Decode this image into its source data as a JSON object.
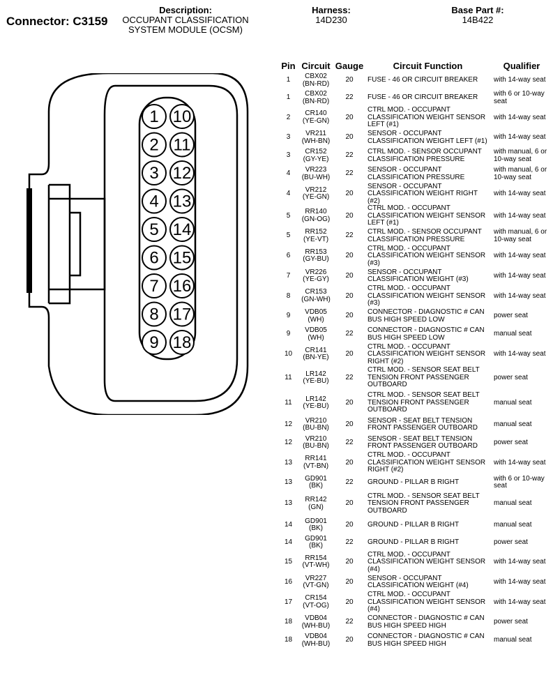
{
  "header": {
    "connector": "Connector: C3159",
    "description_label": "Description:",
    "description": "OCCUPANT CLASSIFICATION SYSTEM MODULE (OCSM)",
    "harness_label": "Harness:",
    "harness": "14D230",
    "base_part_label": "Base Part #:",
    "base_part": "14B422"
  },
  "columns": {
    "pin": "Pin",
    "circuit": "Circuit",
    "gauge": "Gauge",
    "function": "Circuit Function",
    "qualifier": "Qualifier"
  },
  "connector_pins": [
    "1",
    "2",
    "3",
    "4",
    "5",
    "6",
    "7",
    "8",
    "9",
    "10",
    "11",
    "12",
    "13",
    "14",
    "15",
    "16",
    "17",
    "18"
  ],
  "rows": [
    {
      "pin": "1",
      "circuit": "CBX02 (BN-RD)",
      "gauge": "20",
      "function": "FUSE - 46 OR CIRCUIT BREAKER",
      "qualifier": "with 14-way seat"
    },
    {
      "pin": "1",
      "circuit": "CBX02 (BN-RD)",
      "gauge": "22",
      "function": "FUSE - 46 OR CIRCUIT BREAKER",
      "qualifier": "with 6 or 10-way seat"
    },
    {
      "pin": "2",
      "circuit": "CR140 (YE-GN)",
      "gauge": "20",
      "function": "CTRL MOD. - OCCUPANT CLASSIFICATION WEIGHT SENSOR LEFT (#1)",
      "qualifier": "with 14-way seat"
    },
    {
      "pin": "3",
      "circuit": "VR211 (WH-BN)",
      "gauge": "20",
      "function": "SENSOR - OCCUPANT CLASSIFICATION WEIGHT LEFT (#1)",
      "qualifier": "with 14-way seat"
    },
    {
      "pin": "3",
      "circuit": "CR152 (GY-YE)",
      "gauge": "22",
      "function": "CTRL MOD. - SENSOR OCCUPANT CLASSIFICATION PRESSURE",
      "qualifier": "with manual, 6 or 10-way seat"
    },
    {
      "pin": "4",
      "circuit": "VR223 (BU-WH)",
      "gauge": "22",
      "function": "SENSOR - OCCUPANT CLASSIFICATION PRESSURE",
      "qualifier": "with manual, 6 or 10-way seat"
    },
    {
      "pin": "4",
      "circuit": "VR212 (YE-GN)",
      "gauge": "20",
      "function": "SENSOR - OCCUPANT CLASSIFICATION WEIGHT RIGHT (#2)",
      "qualifier": "with 14-way seat"
    },
    {
      "pin": "5",
      "circuit": "RR140 (GN-OG)",
      "gauge": "20",
      "function": "CTRL MOD. - OCCUPANT CLASSIFICATION WEIGHT SENSOR LEFT (#1)",
      "qualifier": "with 14-way seat"
    },
    {
      "pin": "5",
      "circuit": "RR152 (YE-VT)",
      "gauge": "22",
      "function": "CTRL MOD. - SENSOR OCCUPANT CLASSIFICATION PRESSURE",
      "qualifier": "with manual, 6 or 10-way seat"
    },
    {
      "pin": "6",
      "circuit": "RR153 (GY-BU)",
      "gauge": "20",
      "function": "CTRL MOD. - OCCUPANT CLASSIFICATION WEIGHT SENSOR (#3)",
      "qualifier": "with 14-way seat"
    },
    {
      "pin": "7",
      "circuit": "VR226 (YE-GY)",
      "gauge": "20",
      "function": "SENSOR - OCCUPANT CLASSIFICATION WEIGHT (#3)",
      "qualifier": "with 14-way seat"
    },
    {
      "pin": "8",
      "circuit": "CR153 (GN-WH)",
      "gauge": "20",
      "function": "CTRL MOD. - OCCUPANT CLASSIFICATION WEIGHT SENSOR (#3)",
      "qualifier": "with 14-way seat"
    },
    {
      "pin": "9",
      "circuit": "VDB05 (WH)",
      "gauge": "20",
      "function": "CONNECTOR - DIAGNOSTIC # CAN BUS HIGH SPEED LOW",
      "qualifier": "power seat"
    },
    {
      "pin": "9",
      "circuit": "VDB05 (WH)",
      "gauge": "22",
      "function": "CONNECTOR - DIAGNOSTIC # CAN BUS HIGH SPEED LOW",
      "qualifier": "manual seat"
    },
    {
      "pin": "10",
      "circuit": "CR141 (BN-YE)",
      "gauge": "20",
      "function": "CTRL MOD. - OCCUPANT CLASSIFICATION WEIGHT SENSOR RIGHT (#2)",
      "qualifier": "with 14-way seat"
    },
    {
      "pin": "11",
      "circuit": "LR142 (YE-BU)",
      "gauge": "22",
      "function": "CTRL MOD. - SENSOR SEAT BELT TENSION FRONT PASSENGER OUTBOARD",
      "qualifier": "power seat"
    },
    {
      "pin": "11",
      "circuit": "LR142 (YE-BU)",
      "gauge": "20",
      "function": "CTRL MOD. - SENSOR SEAT BELT TENSION FRONT PASSENGER OUTBOARD",
      "qualifier": "manual seat"
    },
    {
      "pin": "12",
      "circuit": "VR210 (BU-BN)",
      "gauge": "20",
      "function": "SENSOR - SEAT BELT TENSION FRONT PASSENGER OUTBOARD",
      "qualifier": "manual seat"
    },
    {
      "pin": "12",
      "circuit": "VR210 (BU-BN)",
      "gauge": "22",
      "function": "SENSOR - SEAT BELT TENSION FRONT PASSENGER OUTBOARD",
      "qualifier": "power seat"
    },
    {
      "pin": "13",
      "circuit": "RR141 (VT-BN)",
      "gauge": "20",
      "function": "CTRL MOD. - OCCUPANT CLASSIFICATION WEIGHT SENSOR RIGHT (#2)",
      "qualifier": "with 14-way seat"
    },
    {
      "pin": "13",
      "circuit": "GD901 (BK)",
      "gauge": "22",
      "function": "GROUND - PILLAR B RIGHT",
      "qualifier": "with 6 or 10-way seat"
    },
    {
      "pin": "13",
      "circuit": "RR142 (GN)",
      "gauge": "20",
      "function": "CTRL MOD. - SENSOR SEAT BELT TENSION FRONT PASSENGER OUTBOARD",
      "qualifier": "manual seat"
    },
    {
      "pin": "14",
      "circuit": "GD901 (BK)",
      "gauge": "20",
      "function": "GROUND - PILLAR B RIGHT",
      "qualifier": "manual seat"
    },
    {
      "pin": "14",
      "circuit": "GD901 (BK)",
      "gauge": "22",
      "function": "GROUND - PILLAR B RIGHT",
      "qualifier": "power seat"
    },
    {
      "pin": "15",
      "circuit": "RR154 (VT-WH)",
      "gauge": "20",
      "function": "CTRL MOD. - OCCUPANT CLASSIFICATION WEIGHT SENSOR (#4)",
      "qualifier": "with 14-way seat"
    },
    {
      "pin": "16",
      "circuit": "VR227 (VT-GN)",
      "gauge": "20",
      "function": "SENSOR - OCCUPANT CLASSIFICATION WEIGHT (#4)",
      "qualifier": "with 14-way seat"
    },
    {
      "pin": "17",
      "circuit": "CR154 (VT-OG)",
      "gauge": "20",
      "function": "CTRL MOD. - OCCUPANT CLASSIFICATION WEIGHT SENSOR (#4)",
      "qualifier": "with 14-way seat"
    },
    {
      "pin": "18",
      "circuit": "VDB04 (WH-BU)",
      "gauge": "22",
      "function": "CONNECTOR - DIAGNOSTIC # CAN BUS HIGH SPEED HIGH",
      "qualifier": "power seat"
    },
    {
      "pin": "18",
      "circuit": "VDB04 (WH-BU)",
      "gauge": "20",
      "function": "CONNECTOR - DIAGNOSTIC # CAN BUS HIGH SPEED HIGH",
      "qualifier": "manual seat"
    }
  ]
}
